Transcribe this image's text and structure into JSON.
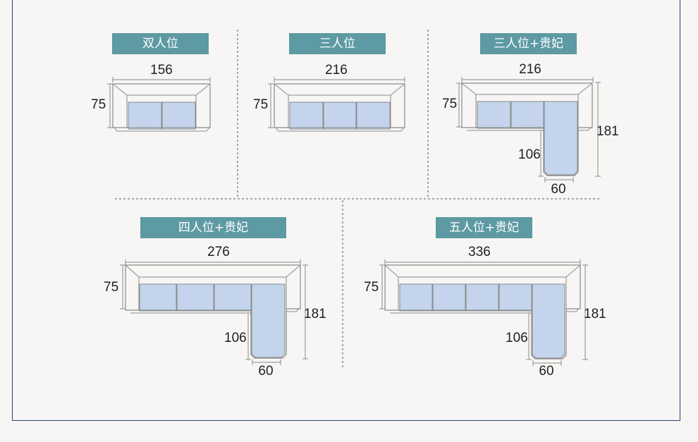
{
  "colors": {
    "badge": "#5d9aa3",
    "cushion": "#c3d4ec",
    "frame": "#2c3e6e",
    "background": "#f7f6f4"
  },
  "sofas": [
    {
      "label": "双人位",
      "width": "156",
      "depth": "75"
    },
    {
      "label": "三人位",
      "width": "216",
      "depth": "75"
    },
    {
      "label": "三人位+贵妃",
      "width": "216",
      "depth": "75",
      "chaise_length": "106",
      "total_depth": "181",
      "chaise_width": "60"
    },
    {
      "label": "四人位+贵妃",
      "width": "276",
      "depth": "75",
      "chaise_length": "106",
      "total_depth": "181",
      "chaise_width": "60"
    },
    {
      "label": "五人位+贵妃",
      "width": "336",
      "depth": "75",
      "chaise_length": "106",
      "total_depth": "181",
      "chaise_width": "60"
    }
  ]
}
